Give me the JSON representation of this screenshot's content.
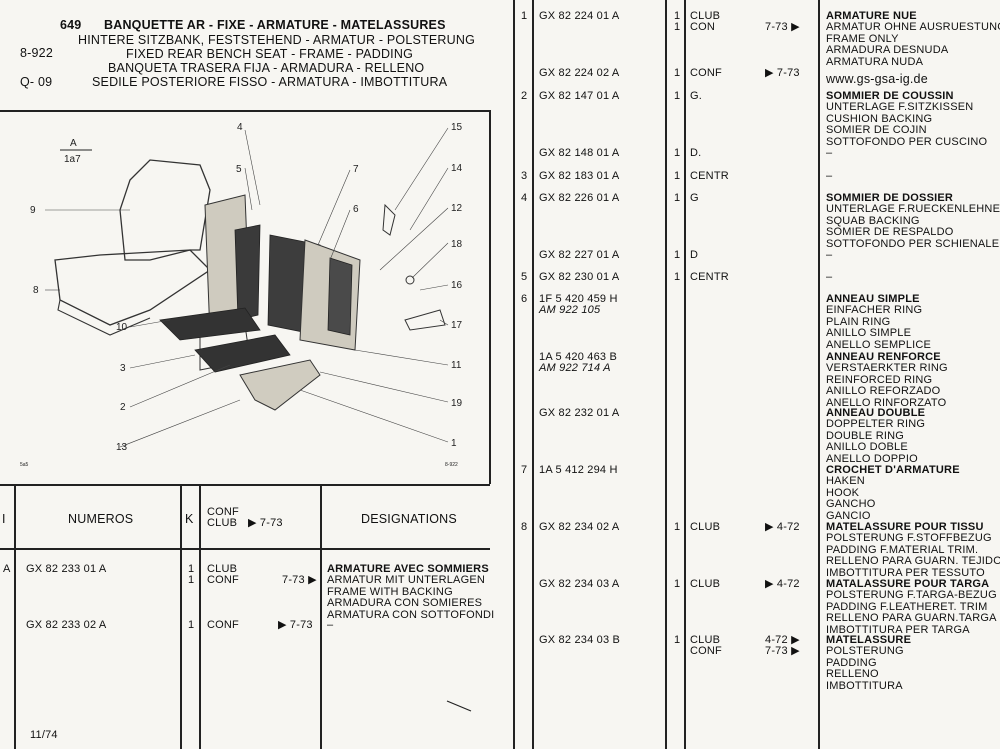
{
  "header": {
    "group": "649",
    "code1": "8-922",
    "code2": "Q- 09",
    "titles": [
      "BANQUETTE AR - FIXE - ARMATURE - MATELASSURES",
      "HINTERE SITZBANK, FESTSTEHEND - ARMATUR - POLSTERUNG",
      "FIXED REAR BENCH SEAT - FRAME - PADDING",
      "BANQUETA TRASERA FIJA - ARMADURA - RELLENO",
      "SEDILE POSTERIORE FISSO - ARMATURA - IMBOTTITURA"
    ]
  },
  "diagram": {
    "view_letter": "A",
    "view_ref": "1a7",
    "callouts": [
      "4",
      "5",
      "7",
      "6",
      "15",
      "14",
      "12",
      "18",
      "16",
      "17",
      "11",
      "19",
      "1",
      "13",
      "2",
      "3",
      "10",
      "8",
      "9"
    ],
    "corner_left": "5a5",
    "corner_right": "8-922"
  },
  "left_table": {
    "headers": {
      "index": "I",
      "numeros": "NUMEROS",
      "k": "K",
      "conf_club": "CONF\nCLUB",
      "conf_date": "▶ 7-73",
      "designations": "DESIGNATIONS"
    },
    "rows": [
      {
        "index": "A",
        "numero": "GX 82 233 01 A",
        "k": [
          "1",
          "1"
        ],
        "conf": [
          "CLUB",
          "CONF"
        ],
        "date": [
          "",
          "7-73 ▶"
        ],
        "desc": [
          "ARMATURE AVEC SOMMIERS",
          "ARMATUR MIT UNTERLAGEN",
          "FRAME WITH BACKING",
          "ARMADURA CON SOMIERES",
          "ARMATURA CON SOTTOFONDI"
        ]
      },
      {
        "index": "",
        "numero": "GX 82 233 02 A",
        "k": [
          "1"
        ],
        "conf": [
          "CONF"
        ],
        "date": [
          "▶ 7-73"
        ],
        "desc": [
          "–"
        ]
      }
    ],
    "footer_date": "11/74"
  },
  "right_table": {
    "rows": [
      {
        "index": "1",
        "numero": [
          "GX 82 224 01 A"
        ],
        "k": [
          "1",
          "1"
        ],
        "conf": [
          "CLUB",
          "CON"
        ],
        "date": [
          "",
          "7-73 ▶"
        ],
        "title": "ARMATURE NUE",
        "desc": [
          "ARMATUR OHNE AUSRUESTUNG",
          "FRAME ONLY",
          "ARMADURA DESNUDA",
          "ARMATURA NUDA"
        ]
      },
      {
        "index": "",
        "numero": [
          "GX 82 224 02 A"
        ],
        "k": [
          "1"
        ],
        "conf": [
          "CONF"
        ],
        "date": [
          "▶ 7-73"
        ],
        "title": "",
        "desc": [
          "www.gs-gsa-ig.de"
        ]
      },
      {
        "index": "2",
        "numero": [
          "GX 82 147 01 A"
        ],
        "k": [
          "1"
        ],
        "conf": [
          "G."
        ],
        "date": [
          ""
        ],
        "title": "SOMMIER DE COUSSIN",
        "desc": [
          "UNTERLAGE F.SITZKISSEN",
          "CUSHION BACKING",
          "SOMIER DE COJIN",
          "SOTTOFONDO PER CUSCINO",
          "–"
        ]
      },
      {
        "index": "",
        "numero": [
          "GX 82 148 01 A"
        ],
        "k": [
          "1"
        ],
        "conf": [
          "D."
        ],
        "date": [
          ""
        ],
        "title": "",
        "desc": []
      },
      {
        "index": "3",
        "numero": [
          "GX 82 183 01 A"
        ],
        "k": [
          "1"
        ],
        "conf": [
          "CENTR"
        ],
        "date": [
          ""
        ],
        "title": "",
        "desc": [
          "–"
        ]
      },
      {
        "index": "4",
        "numero": [
          "GX 82 226 01 A"
        ],
        "k": [
          "1"
        ],
        "conf": [
          "G"
        ],
        "date": [
          ""
        ],
        "title": "SOMMIER DE DOSSIER",
        "desc": [
          "UNTERLAGE F.RUECKENLEHNE",
          "SQUAB BACKING",
          "SOMIER DE RESPALDO",
          "SOTTOFONDO PER SCHIENALE",
          "–"
        ]
      },
      {
        "index": "",
        "numero": [
          "GX 82 227 01 A"
        ],
        "k": [
          "1"
        ],
        "conf": [
          "D"
        ],
        "date": [
          ""
        ],
        "title": "",
        "desc": []
      },
      {
        "index": "5",
        "numero": [
          "GX 82 230 01 A"
        ],
        "k": [
          "1"
        ],
        "conf": [
          "CENTR"
        ],
        "date": [
          ""
        ],
        "title": "",
        "desc": [
          "–"
        ]
      },
      {
        "index": "6",
        "numero": [
          "1F  5 420 459 H"
        ],
        "am": "AM   922 105",
        "k": [],
        "conf": [],
        "date": [],
        "title": "ANNEAU SIMPLE",
        "desc": [
          "EINFACHER RING",
          "PLAIN RING",
          "ANILLO SIMPLE",
          "ANELLO SEMPLICE"
        ]
      },
      {
        "index": "",
        "numero": [
          "1A  5 420 463 B"
        ],
        "am": "AM   922 714 A",
        "k": [],
        "conf": [],
        "date": [],
        "title": "ANNEAU RENFORCE",
        "desc": [
          "VERSTAERKTER RING",
          "REINFORCED RING",
          "ANILLO REFORZADO",
          "ANELLO RINFORZATO"
        ]
      },
      {
        "index": "",
        "numero": [
          "GX 82 232 01 A"
        ],
        "k": [],
        "conf": [],
        "date": [],
        "title": "ANNEAU DOUBLE",
        "desc": [
          "DOPPELTER RING",
          "DOUBLE RING",
          "ANILLO DOBLE",
          "ANELLO DOPPIO"
        ]
      },
      {
        "index": "7",
        "numero": [
          "1A  5 412 294 H"
        ],
        "k": [],
        "conf": [],
        "date": [],
        "title": "CROCHET D'ARMATURE",
        "desc": [
          "HAKEN",
          "HOOK",
          "GANCHO",
          "GANCIO"
        ]
      },
      {
        "index": "8",
        "numero": [
          "GX 82 234 02 A"
        ],
        "k": [
          "1"
        ],
        "conf": [
          "CLUB"
        ],
        "date": [
          "▶ 4-72"
        ],
        "title": "MATELASSURE POUR TISSU",
        "desc": [
          "POLSTERUNG F.STOFFBEZUG",
          "PADDING F.MATERIAL TRIM.",
          "RELLENO PARA GUARN. TEJIDO",
          "IMBOTTITURA PER TESSUTO"
        ]
      },
      {
        "index": "",
        "numero": [
          "GX 82 234 03 A"
        ],
        "k": [
          "1"
        ],
        "conf": [
          "CLUB"
        ],
        "date": [
          "▶ 4-72"
        ],
        "title": "MATALASSURE POUR TARGA",
        "desc": [
          "POLSTERUNG F.TARGA-BEZUG",
          "PADDING F.LEATHERET. TRIM",
          "RELLENO PARA GUARN.TARGA",
          "IMBOTTITURA PER TARGA"
        ]
      },
      {
        "index": "",
        "numero": [
          "GX 82 234 03 B"
        ],
        "k": [
          "1"
        ],
        "conf": [
          "CLUB",
          "CONF"
        ],
        "date": [
          "4-72 ▶",
          "7-73 ▶"
        ],
        "title": "MATELASSURE",
        "desc": [
          "POLSTERUNG",
          "PADDING",
          "RELLENO",
          "IMBOTTITURA"
        ]
      }
    ]
  }
}
